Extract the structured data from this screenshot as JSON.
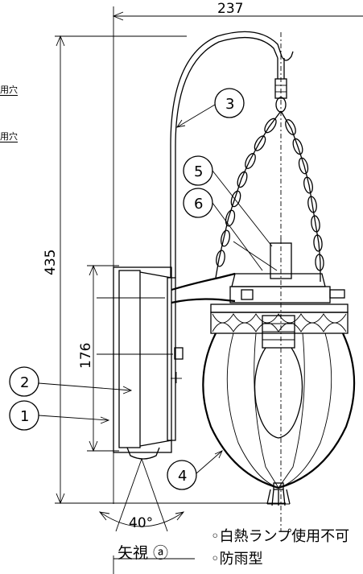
{
  "dimensions": {
    "width": "237",
    "height": "435",
    "box_height": "176",
    "angle": "40°"
  },
  "callouts": [
    "1",
    "2",
    "3",
    "4",
    "5",
    "6"
  ],
  "hole_labels": [
    "用穴",
    "用穴"
  ],
  "view_label": "矢視 ⓐ",
  "notes": [
    "◦白熱ランプ使用不可",
    "◦防雨型"
  ]
}
